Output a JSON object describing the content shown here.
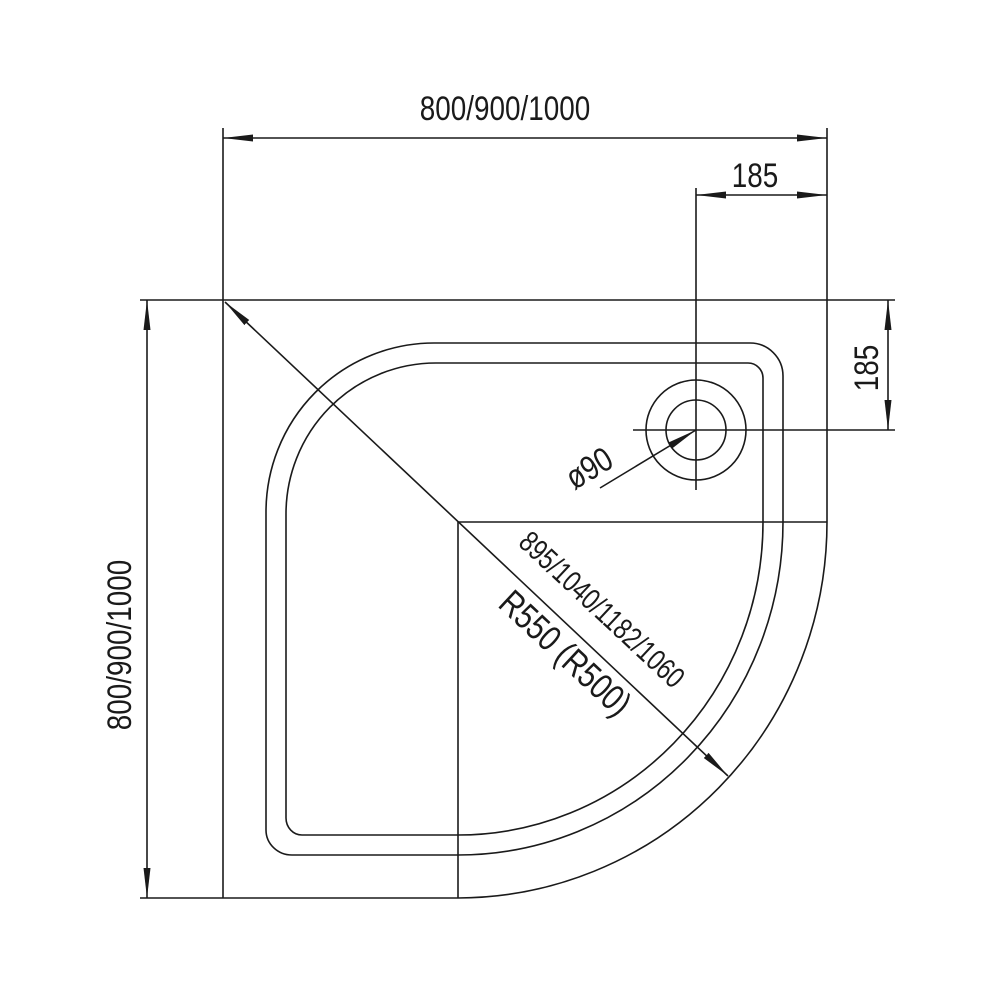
{
  "drawing": {
    "width_label": "800/900/1000",
    "height_label": "800/900/1000",
    "drain_offset_x": "185",
    "drain_offset_y": "185",
    "drain_diameter": "ø90",
    "diagonal_label": "895/1040/1182/1060",
    "radius_label": "R550 (R500)"
  }
}
